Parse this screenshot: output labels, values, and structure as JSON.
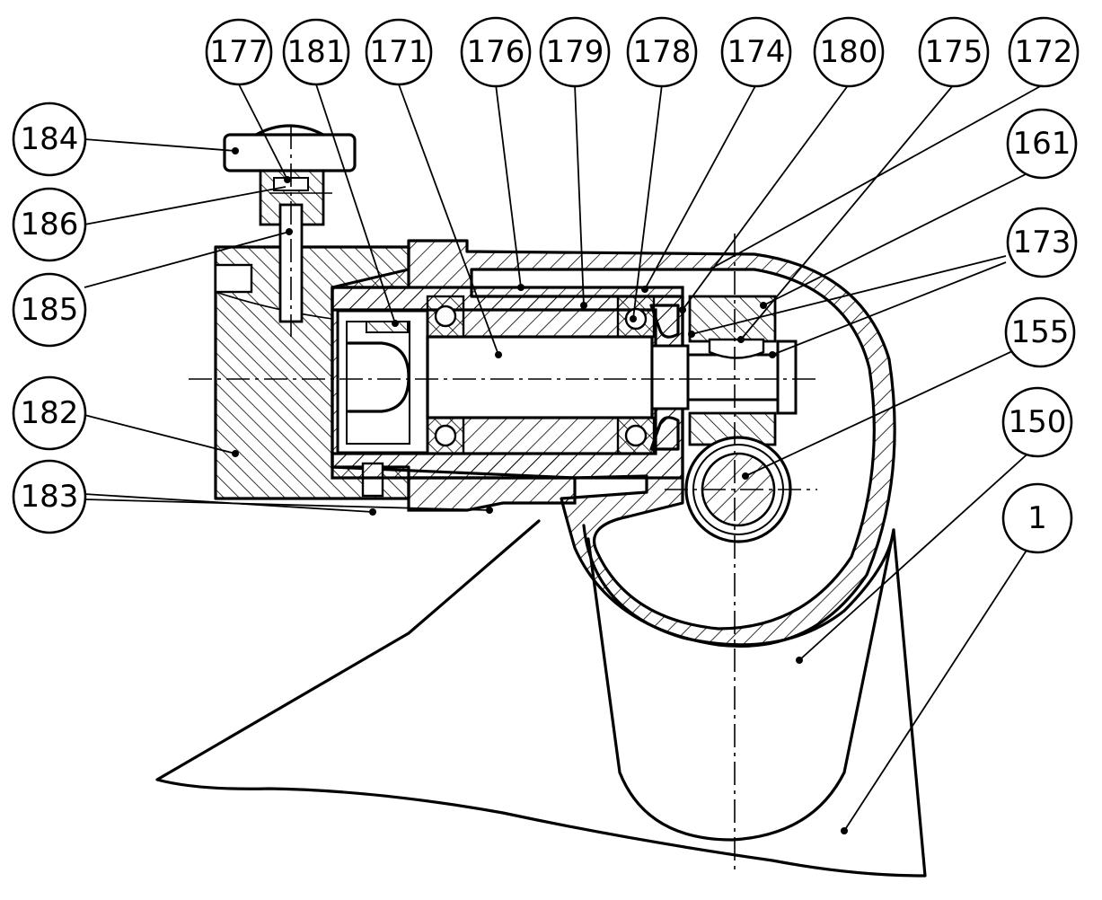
{
  "callouts": [
    {
      "id": "c177",
      "label": "177"
    },
    {
      "id": "c181",
      "label": "181"
    },
    {
      "id": "c171",
      "label": "171"
    },
    {
      "id": "c176",
      "label": "176"
    },
    {
      "id": "c179",
      "label": "179"
    },
    {
      "id": "c178",
      "label": "178"
    },
    {
      "id": "c174",
      "label": "174"
    },
    {
      "id": "c180",
      "label": "180"
    },
    {
      "id": "c175",
      "label": "175"
    },
    {
      "id": "c172",
      "label": "172"
    },
    {
      "id": "c161",
      "label": "161"
    },
    {
      "id": "c173",
      "label": "173"
    },
    {
      "id": "c155",
      "label": "155"
    },
    {
      "id": "c150",
      "label": "150"
    },
    {
      "id": "c1",
      "label": "1"
    },
    {
      "id": "c184",
      "label": "184"
    },
    {
      "id": "c186",
      "label": "186"
    },
    {
      "id": "c185",
      "label": "185"
    },
    {
      "id": "c182",
      "label": "182"
    },
    {
      "id": "c183",
      "label": "183"
    }
  ]
}
